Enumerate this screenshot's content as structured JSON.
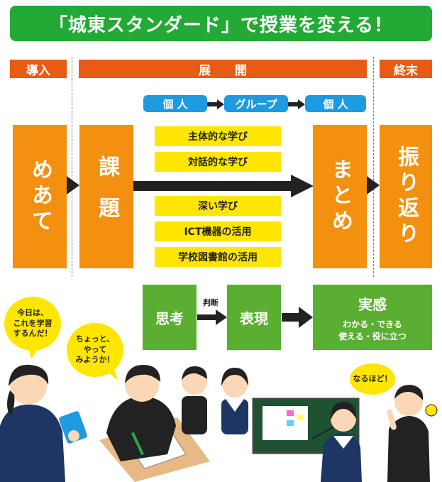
{
  "banner": {
    "title": "「城東スタンダード」で授業を変える！"
  },
  "phases": {
    "intro": "導入",
    "develop": "展　　開",
    "end": "終末"
  },
  "pills": {
    "first": "個 人",
    "second": "グループ",
    "third": "個 人"
  },
  "stages": {
    "goal": "めあて",
    "task": "課題",
    "summary": "まとめ",
    "reflect": "振り返り"
  },
  "learning_items": [
    "主体的な学び",
    "対話的な学び",
    "深い学び",
    "ICT機器の活用",
    "学校図書館の活用"
  ],
  "process": {
    "think": "思考",
    "judge": "判断",
    "express": "表現",
    "realize_title": "実感",
    "realize_line1": "わかる・できる",
    "realize_line2": "使える・役に立つ"
  },
  "bubbles": {
    "b1": "今日は、\nこれを学習\nするんだ！",
    "b2": "ちょっと、\nやって\nみようか！",
    "b3": "なるほど！"
  },
  "colors": {
    "green": "#22a936",
    "orange_phase": "#e75c12",
    "orange_box": "#f3900f",
    "blue": "#1e9be0",
    "yellow": "#ffe600",
    "leaf_green": "#5aae32"
  }
}
